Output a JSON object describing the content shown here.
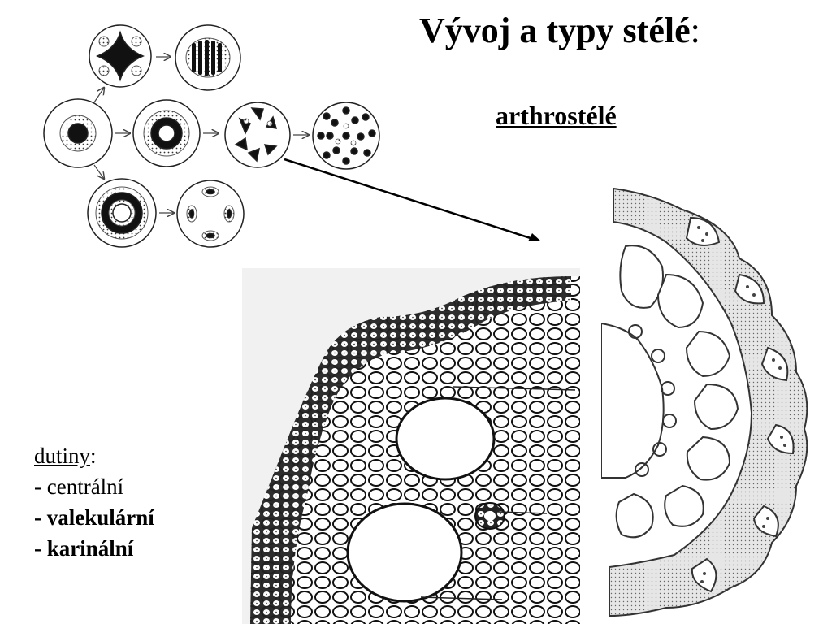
{
  "title": {
    "main": "Vývoj a typy stélé",
    "colon": ":"
  },
  "subtitle": "arthrostélé",
  "cavities": {
    "heading": "dutiny",
    "heading_colon": ":",
    "items": [
      "- centrální",
      "- valekulární",
      "- karinální"
    ]
  }
}
